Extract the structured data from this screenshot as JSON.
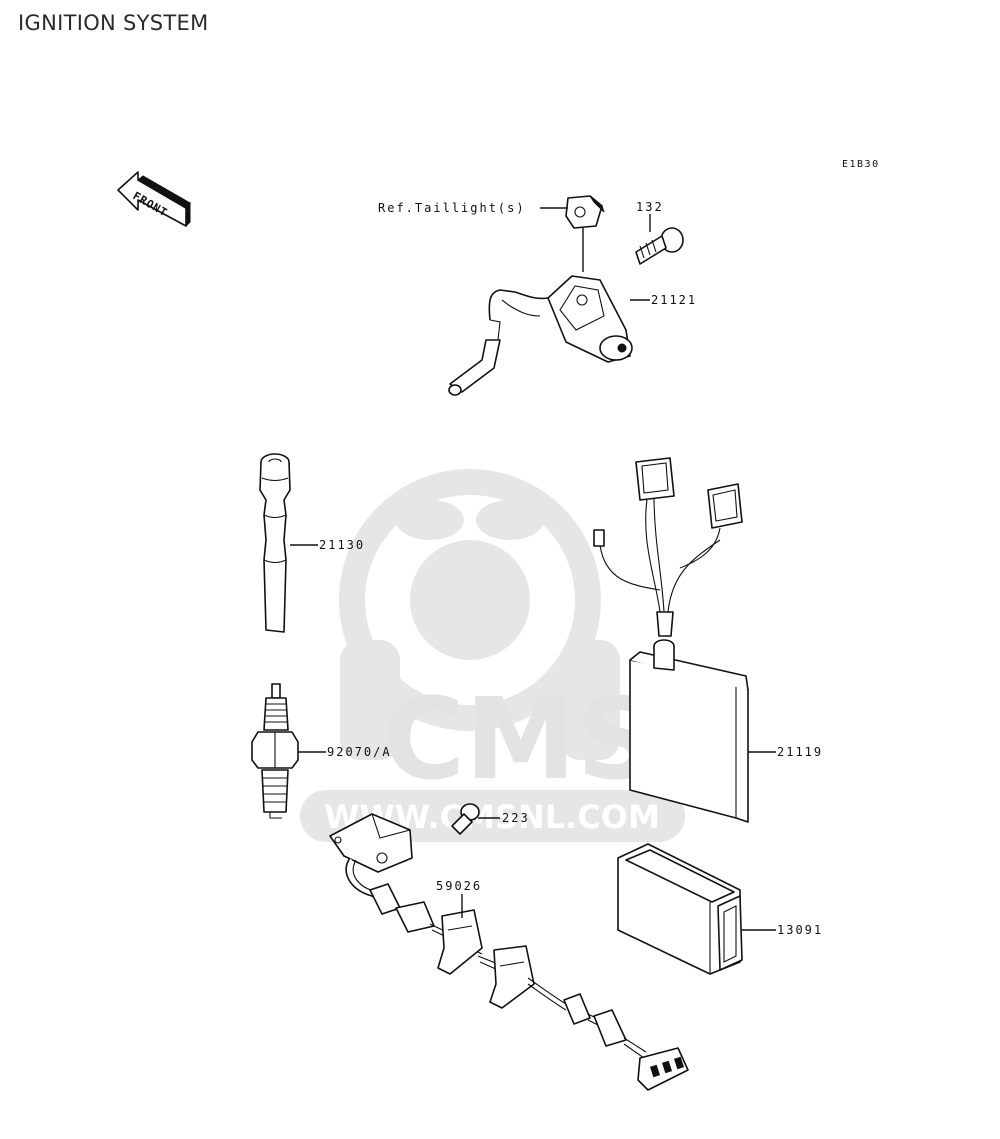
{
  "page": {
    "title": "IGNITION SYSTEM"
  },
  "diagram": {
    "code": "E1B30",
    "front_marker": "FRONT",
    "watermark": {
      "brand": "CMS",
      "url": "WWW.CMSNL.COM"
    },
    "callouts": [
      {
        "id": "ref-taillight",
        "label": "Ref.Taillight(s)"
      },
      {
        "id": "p132",
        "label": "132"
      },
      {
        "id": "p21121",
        "label": "21121"
      },
      {
        "id": "p21130",
        "label": "21130"
      },
      {
        "id": "p92070",
        "label": "92070/A"
      },
      {
        "id": "p21119",
        "label": "21119"
      },
      {
        "id": "p223",
        "label": "223"
      },
      {
        "id": "p59026",
        "label": "59026"
      },
      {
        "id": "p13091",
        "label": "13091"
      }
    ]
  }
}
